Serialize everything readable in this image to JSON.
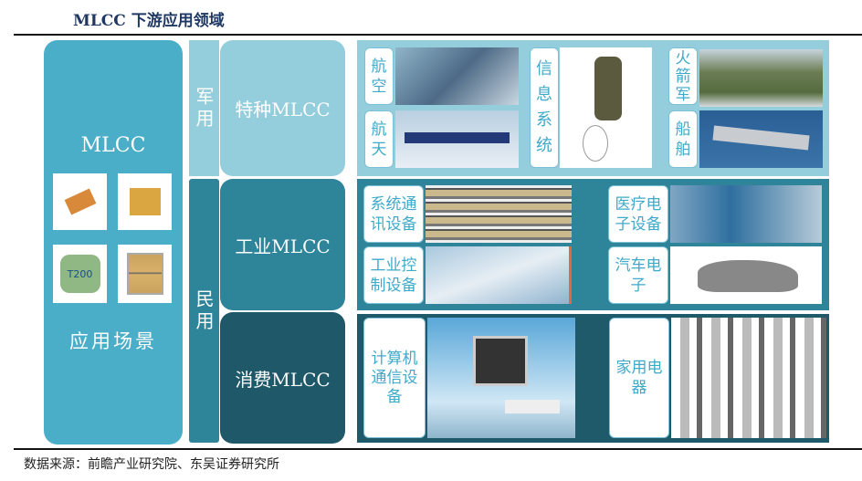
{
  "title": "MLCC 下游应用领域",
  "left": {
    "top": "MLCC",
    "bottom": "应用场景",
    "thumb_text": "T200"
  },
  "groups": {
    "military": "军用",
    "civil": "民用"
  },
  "types": {
    "special": "特种MLCC",
    "industrial": "工业MLCC",
    "consumer": "消费MLCC"
  },
  "military_items": [
    "航空",
    "航天",
    "信息系统",
    "火箭军",
    "船舶"
  ],
  "industrial_items": [
    "系统通讯设备",
    "医疗电子设备",
    "工业控制设备",
    "汽车电子"
  ],
  "consumer_items": [
    "计算机通信设备",
    "家用电器"
  ],
  "source": "数据来源：前瞻产业研究院、东吴证券研究所",
  "colors": {
    "light": "#94cddb",
    "mid": "#4aaec8",
    "dark": "#2e8499",
    "darkest": "#1f5868",
    "title": "#1f3864"
  }
}
